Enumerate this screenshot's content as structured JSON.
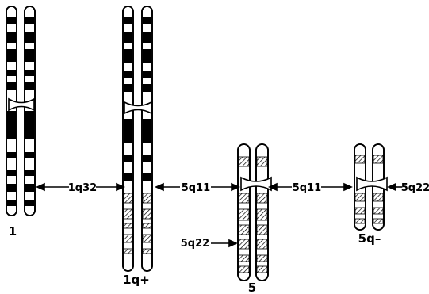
{
  "diagram": {
    "chromosome_labels": {
      "chr1": "1",
      "chr1q": "1q+",
      "chr5": "5",
      "chr5q": "5q–"
    },
    "breakpoint_labels": {
      "a": "1q32",
      "b": "5q11",
      "c": "5q11",
      "d": "5q22",
      "e": "5q22"
    },
    "colors": {
      "ink": "#000000",
      "paper": "#ffffff"
    }
  }
}
